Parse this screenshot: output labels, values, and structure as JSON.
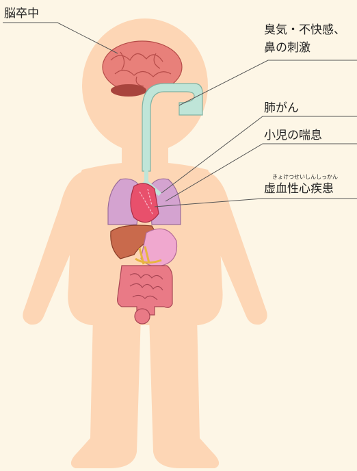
{
  "colors": {
    "background": "#fdf6e6",
    "body": "#fdd6b5",
    "brain": "#e8807a",
    "airway": "#bfe5d8",
    "lung": "#d4a3d0",
    "heart": "#e8506c",
    "liver": "#c96a4c",
    "stomach": "#f0a8cf",
    "intestine": "#e97a86",
    "leader_line": "#555555"
  },
  "labels": {
    "stroke": "脳卒中",
    "odor_line1": "臭気・不快感、",
    "odor_line2": "鼻の刺激",
    "lung_cancer": "肺がん",
    "asthma": "小児の喘息",
    "ihd_reading": "きょけつせいしんしっかん",
    "ihd": "虚血性心疾患"
  }
}
